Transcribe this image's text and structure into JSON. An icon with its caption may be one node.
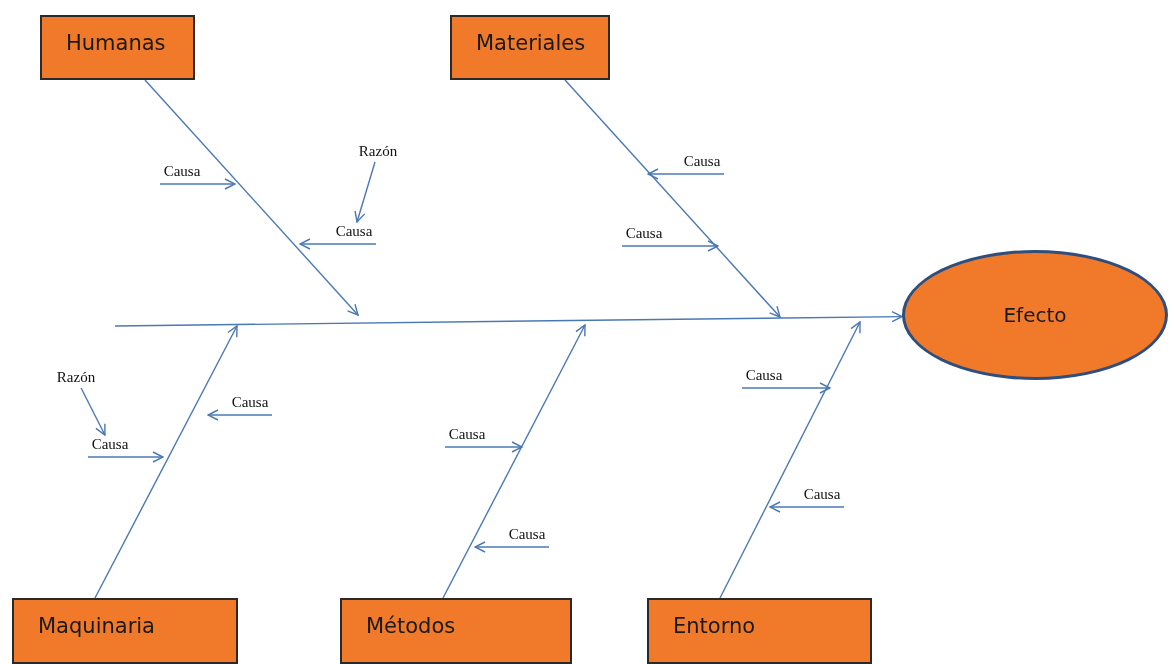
{
  "diagram": {
    "nodes": [
      {
        "text": [
          "Humanas"
        ]
      },
      {
        "text": [
          "Materiales"
        ]
      },
      {
        "text": [
          "Razón"
        ]
      },
      {
        "text": [
          "Causa"
        ]
      },
      {
        "text": [
          "Causa"
        ]
      },
      {
        "text": [
          "Causa"
        ]
      },
      {
        "text": [
          "Causa"
        ]
      },
      {
        "text": [
          "Efecto"
        ]
      },
      {
        "text": [
          "Razón"
        ]
      },
      {
        "text": [
          "Causa"
        ]
      },
      {
        "text": [
          "Causa"
        ]
      },
      {
        "text": [
          "Causa"
        ]
      },
      {
        "text": [
          "Causa"
        ]
      },
      {
        "text": [
          "Causa"
        ]
      },
      {
        "text": [
          "Causa"
        ]
      },
      {
        "text": [
          "Maquinaria"
        ]
      },
      {
        "text": [
          "Métodos"
        ]
      },
      {
        "text": [
          "Entorno"
        ]
      }
    ],
    "edges": [
      {
        "from": 0,
        "to": null,
        "arrow": "to"
      },
      {
        "from": 1,
        "to": null,
        "arrow": "to"
      },
      {
        "from": 15,
        "to": null,
        "arrow": "to"
      },
      {
        "from": 16,
        "to": null,
        "arrow": "to"
      },
      {
        "from": 17,
        "to": null,
        "arrow": "to"
      },
      {
        "from": null,
        "to": 7,
        "arrow": "to"
      },
      {
        "from": 3,
        "to": null,
        "arrow": "to"
      },
      {
        "from": 5,
        "to": null,
        "arrow": "to"
      },
      {
        "from": 4,
        "to": null,
        "arrow": "to"
      },
      {
        "from": 6,
        "to": null,
        "arrow": "to"
      },
      {
        "from": 2,
        "to": 5,
        "arrow": "to"
      },
      {
        "from": 9,
        "to": null,
        "arrow": "to"
      },
      {
        "from": 10,
        "to": null,
        "arrow": "to"
      },
      {
        "from": 8,
        "to": 12,
        "arrow": "to"
      },
      {
        "from": 11,
        "to": null,
        "arrow": "to"
      },
      {
        "from": 12,
        "to": null,
        "arrow": "to"
      },
      {
        "from": 13,
        "to": null,
        "arrow": "to"
      },
      {
        "from": 14,
        "to": null,
        "arrow": "to"
      }
    ]
  }
}
